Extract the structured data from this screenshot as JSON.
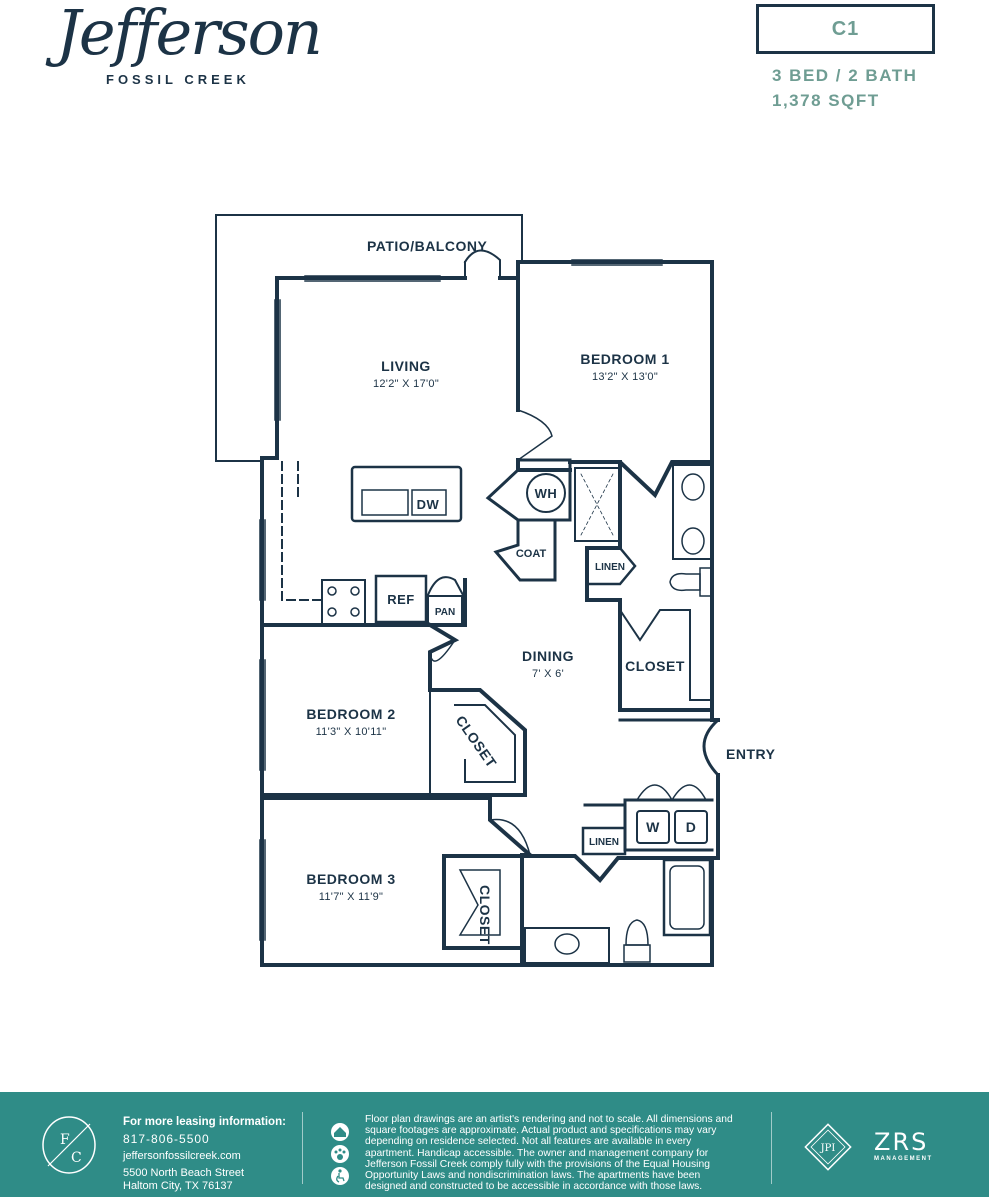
{
  "brand": {
    "logo_script": "Jefferson",
    "logo_sub": "FOSSIL CREEK"
  },
  "unit": {
    "code": "C1",
    "beds_baths": "3 BED / 2 BATH",
    "sqft": "1,378 SQFT"
  },
  "plan": {
    "rooms": {
      "patio": "PATIO/BALCONY",
      "living": {
        "name": "LIVING",
        "dim": "12'2\" X 17'0\""
      },
      "bedroom1": {
        "name": "BEDROOM 1",
        "dim": "13'2\" X 13'0\""
      },
      "dining": {
        "name": "DINING",
        "dim": "7' X 6'"
      },
      "bedroom2": {
        "name": "BEDROOM 2",
        "dim": "11'3\" X 10'11\""
      },
      "bedroom3": {
        "name": "BEDROOM 3",
        "dim": "11'7\" X 11'9\""
      },
      "closet_b1": "CLOSET",
      "closet_b2": "CLOSET",
      "closet_b3": "CLOSET",
      "entry": "ENTRY"
    },
    "fixtures": {
      "dw": "DW",
      "ref": "REF",
      "pan": "PAN",
      "wh": "WH",
      "coat": "COAT",
      "linen_top": "LINEN",
      "linen_bottom": "LINEN",
      "washer": "W",
      "dryer": "D"
    }
  },
  "footer": {
    "monogram_top": "F",
    "monogram_bottom": "C",
    "leasing_heading": "For more leasing information:",
    "phone": "817-806-5500",
    "website": "jeffersonfossilcreek.com",
    "address_line1": "5500 North Beach Street",
    "address_line2": "Haltom City, TX 76137",
    "disclaimer": [
      "Floor plan drawings are an artist's rendering and not to scale. All dimensions and",
      "square footages are approximate. Actual product and specifications may vary",
      "depending on residence selected. Not all features are available in every",
      "apartment. Handicap accessible. The owner and management company for",
      "Jefferson Fossil Creek comply fully with the provisions of the Equal Housing",
      "Opportunity Laws and nondiscrimination laws. The apartments have been",
      "designed and constructed to be accessible in accordance with those laws."
    ],
    "jpi_logo": "JPI",
    "zrs_logo": "ZRS",
    "zrs_sub": "MANAGEMENT"
  },
  "colors": {
    "navy": "#1c3346",
    "teal": "#2f8c87",
    "sage": "#6f9d93"
  }
}
